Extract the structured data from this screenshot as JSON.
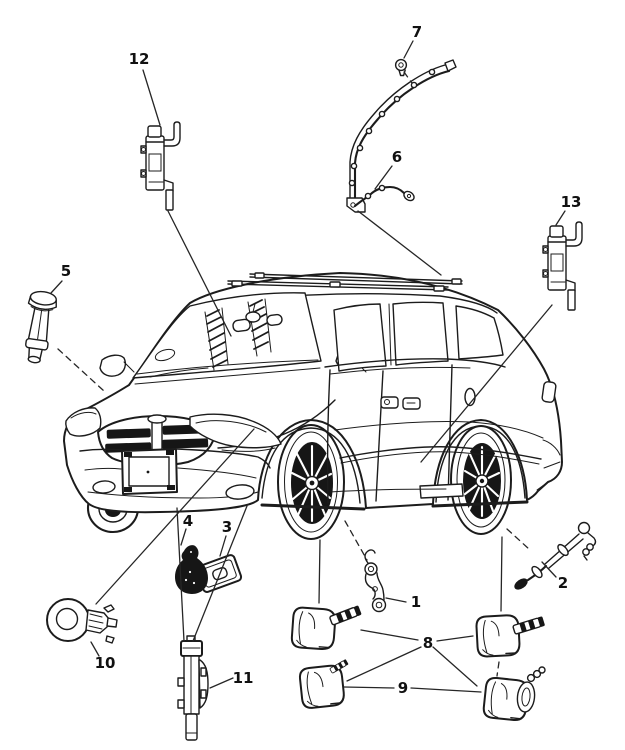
{
  "page": {
    "background": "#ffffff",
    "ink_color": "#1c1c1c",
    "description": "Exploded parts illustration of a minivan with numbered callouts for body electrical sensors and related parts"
  },
  "diagram": {
    "callouts": {
      "c1": {
        "label": "1"
      },
      "c2": {
        "label": "2"
      },
      "c3": {
        "label": "3"
      },
      "c4": {
        "label": "4"
      },
      "c5": {
        "label": "5"
      },
      "c6": {
        "label": "6"
      },
      "c7": {
        "label": "7"
      },
      "c8": {
        "label": "8"
      },
      "c9": {
        "label": "9"
      },
      "c10": {
        "label": "10"
      },
      "c11": {
        "label": "11"
      },
      "c12": {
        "label": "12"
      },
      "c13": {
        "label": "13"
      }
    }
  }
}
